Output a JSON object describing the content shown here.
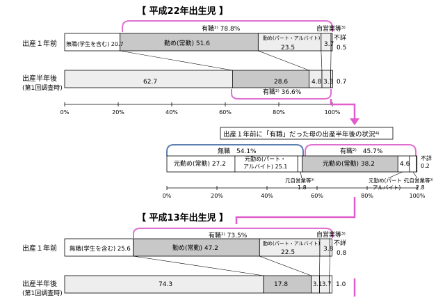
{
  "colors": {
    "bar_white": "#ffffff",
    "bar_light": "#eeeeee",
    "bar_gray": "#c8c8c8",
    "line": "#000000",
    "bracket_pink": "#e070d0",
    "bracket_blue": "#5a7fb0",
    "arrow_pink": "#e05ccc"
  },
  "sections": [
    {
      "title": "【 平成22年出生児 】",
      "rows": [
        {
          "label": "出産１年前",
          "label2": "",
          "segments": [
            {
              "category": "無職",
              "name": "無職(学生を含む)",
              "value": 20.7,
              "fill": "#ffffff"
            },
            {
              "category": "有職",
              "name": "勤め(常勤)",
              "value": 51.6,
              "fill": "#c8c8c8"
            },
            {
              "category": "有職",
              "name": "勤め(パート・アルバイト)",
              "value": 23.5,
              "fill": "#eeeeee"
            },
            {
              "category": "有職",
              "name": "自営業等",
              "value": 3.7,
              "fill": "#eeeeee"
            },
            {
              "category": "不詳",
              "name": "不詳",
              "value": 0.5,
              "fill": "#ffffff"
            }
          ]
        },
        {
          "label": "出産半年後",
          "label2": "(第1回調査時)",
          "segments": [
            {
              "category": "無職",
              "name": "無職(学生を含む)",
              "value": 62.7,
              "fill": "#eeeeee"
            },
            {
              "category": "有職",
              "name": "勤め(常勤)",
              "value": 28.6,
              "fill": "#c8c8c8"
            },
            {
              "category": "有職",
              "name": "勤め(パート・アルバイト)",
              "value": 4.8,
              "fill": "#eeeeee"
            },
            {
              "category": "有職",
              "name": "自営業等",
              "value": 3.3,
              "fill": "#eeeeee"
            },
            {
              "category": "不詳",
              "name": "不詳",
              "value": 0.7,
              "fill": "#ffffff"
            }
          ]
        }
      ],
      "labels": {
        "row1_unemployed": "無職(学生を含む) 20.7",
        "row1_fulltime": "勤め(常勤)  51.6",
        "row1_parttime": "勤め(パート・アルバイト)",
        "row1_parttime_val": "23.5",
        "row1_self": "3.7",
        "row1_unknown": "0.5",
        "row2_unemployed": "62.7",
        "row2_fulltime": "28.6",
        "row2_parttime": "4.8",
        "row2_self": "3.3",
        "row2_unknown": "0.7",
        "employed_top": "有職²⁾ 78.8%",
        "employed_bottom": "有職²⁾ 36.6%",
        "self_emp_legend": "自営業等³⁾",
        "unknown_legend": "不詳"
      },
      "x_ticks": [
        "0%",
        "20%",
        "40%",
        "60%",
        "80%",
        "100%"
      ]
    },
    {
      "title": "出産１年前に「有職」だった母の出産半年後の状況⁴⁾",
      "groups": {
        "unemployed": {
          "label": "無職　54.1%",
          "segments": [
            {
              "name": "元勤め(常勤)",
              "value": 27.2,
              "fill": "#ffffff"
            },
            {
              "name": "元勤め(パート・アルバイト)",
              "value": 25.1,
              "fill": "#ffffff"
            },
            {
              "name": "元自営業等",
              "value": 1.8,
              "fill": "#ffffff"
            }
          ]
        },
        "employed": {
          "label": "有職²⁾　45.7%",
          "segments": [
            {
              "name": "元勤め(常勤)",
              "value": 38.2,
              "fill": "#c8c8c8"
            },
            {
              "name": "元勤め(パート・アルバイト)",
              "value": 4.6,
              "fill": "#ffffff"
            },
            {
              "name": "元自営業等",
              "value": 2.8,
              "fill": "#ffffff"
            }
          ]
        },
        "unknown_value": 0.2
      },
      "labels": {
        "u_fulltime": "元勤め(常勤)  27.2",
        "u_parttime_1": "元勤め(パート・",
        "u_parttime_2": "アルバイト) 25.1",
        "u_self": "元自営業等³⁾",
        "u_self_val": "1.8",
        "e_fulltime": "元勤め(常勤)  38.2",
        "e_parttime_val": "4.6",
        "e_parttime_1": "元勤め(パート・",
        "e_parttime_2": "アルバイト)",
        "e_self": "元自営業等³⁾",
        "e_self_val": "2.8",
        "unknown": "不詳",
        "unknown_val": "0.2"
      },
      "x_ticks": [
        "0%",
        "20%",
        "40%",
        "60%",
        "80%",
        "100%"
      ]
    },
    {
      "title": "【 平成13年出生児 】",
      "rows": [
        {
          "label": "出産１年前",
          "label2": "",
          "segments": [
            {
              "category": "無職",
              "name": "無職(学生を含む)",
              "value": 25.6,
              "fill": "#ffffff"
            },
            {
              "category": "有職",
              "name": "勤め(常勤)",
              "value": 47.2,
              "fill": "#c8c8c8"
            },
            {
              "category": "有職",
              "name": "勤め(パート・アルバイト)",
              "value": 22.5,
              "fill": "#eeeeee"
            },
            {
              "category": "有職",
              "name": "自営業等",
              "value": 3.8,
              "fill": "#eeeeee"
            },
            {
              "category": "不詳",
              "name": "不詳",
              "value": 0.8,
              "fill": "#ffffff"
            }
          ]
        },
        {
          "label": "出産半年後",
          "label2": "(第1回調査時)",
          "segments": [
            {
              "category": "無職",
              "name": "無職(学生を含む)",
              "value": 74.3,
              "fill": "#eeeeee"
            },
            {
              "category": "有職",
              "name": "勤め(常勤)",
              "value": 17.8,
              "fill": "#c8c8c8"
            },
            {
              "category": "有職",
              "name": "勤め(パート・アルバイト)",
              "value": 3.1,
              "fill": "#eeeeee"
            },
            {
              "category": "有職",
              "name": "自営業等",
              "value": 3.7,
              "fill": "#eeeeee"
            },
            {
              "category": "不詳",
              "name": "不詳",
              "value": 1.0,
              "fill": "#ffffff"
            }
          ]
        }
      ],
      "labels": {
        "row1_unemployed": "無職(学生を含む) 25.6",
        "row1_fulltime": "勤め(常勤)  47.2",
        "row1_parttime": "勤め(パート・アルバイト)",
        "row1_parttime_val": "22.5",
        "row1_self": "3.8",
        "row1_unknown": "0.8",
        "row2_unemployed": "74.3",
        "row2_fulltime": "17.8",
        "row2_parttime": "3.1",
        "row2_self": "3.7",
        "row2_unknown": "1.0",
        "employed_top": "有職²⁾ 73.5%",
        "self_emp_legend": "自営業等³⁾",
        "unknown_legend": "不詳"
      }
    }
  ],
  "chart_data": [
    {
      "type": "bar",
      "title": "【 平成22年出生児 】",
      "categories": [
        "出産１年前",
        "出産半年後(第1回調査時)"
      ],
      "series": [
        {
          "name": "無職(学生を含む)",
          "values": [
            20.7,
            62.7
          ]
        },
        {
          "name": "勤め(常勤)",
          "values": [
            51.6,
            28.6
          ]
        },
        {
          "name": "勤め(パート・アルバイト)",
          "values": [
            23.5,
            4.8
          ]
        },
        {
          "name": "自営業等",
          "values": [
            3.7,
            3.3
          ]
        },
        {
          "name": "不詳",
          "values": [
            0.5,
            0.7
          ]
        }
      ],
      "xlim": [
        0,
        100
      ],
      "annotations": [
        "有職 78.8%",
        "有職 36.6%"
      ]
    },
    {
      "type": "bar",
      "title": "出産１年前に「有職」だった母の出産半年後の状況",
      "categories": [
        "無職",
        "有職",
        "不詳"
      ],
      "series": [
        {
          "name": "元勤め(常勤)",
          "values": [
            27.2,
            38.2,
            null
          ]
        },
        {
          "name": "元勤め(パート・アルバイト)",
          "values": [
            25.1,
            4.6,
            null
          ]
        },
        {
          "name": "元自営業等",
          "values": [
            1.8,
            2.8,
            null
          ]
        },
        {
          "name": "不詳",
          "values": [
            null,
            null,
            0.2
          ]
        }
      ],
      "xlim": [
        0,
        100
      ],
      "annotations": [
        "無職 54.1%",
        "有職 45.7%"
      ]
    },
    {
      "type": "bar",
      "title": "【 平成13年出生児 】",
      "categories": [
        "出産１年前",
        "出産半年後(第1回調査時)"
      ],
      "series": [
        {
          "name": "無職(学生を含む)",
          "values": [
            25.6,
            74.3
          ]
        },
        {
          "name": "勤め(常勤)",
          "values": [
            47.2,
            17.8
          ]
        },
        {
          "name": "勤め(パート・アルバイト)",
          "values": [
            22.5,
            3.1
          ]
        },
        {
          "name": "自営業等",
          "values": [
            3.8,
            3.7
          ]
        },
        {
          "name": "不詳",
          "values": [
            0.8,
            1.0
          ]
        }
      ],
      "xlim": [
        0,
        100
      ],
      "annotations": [
        "有職 73.5%"
      ]
    }
  ]
}
